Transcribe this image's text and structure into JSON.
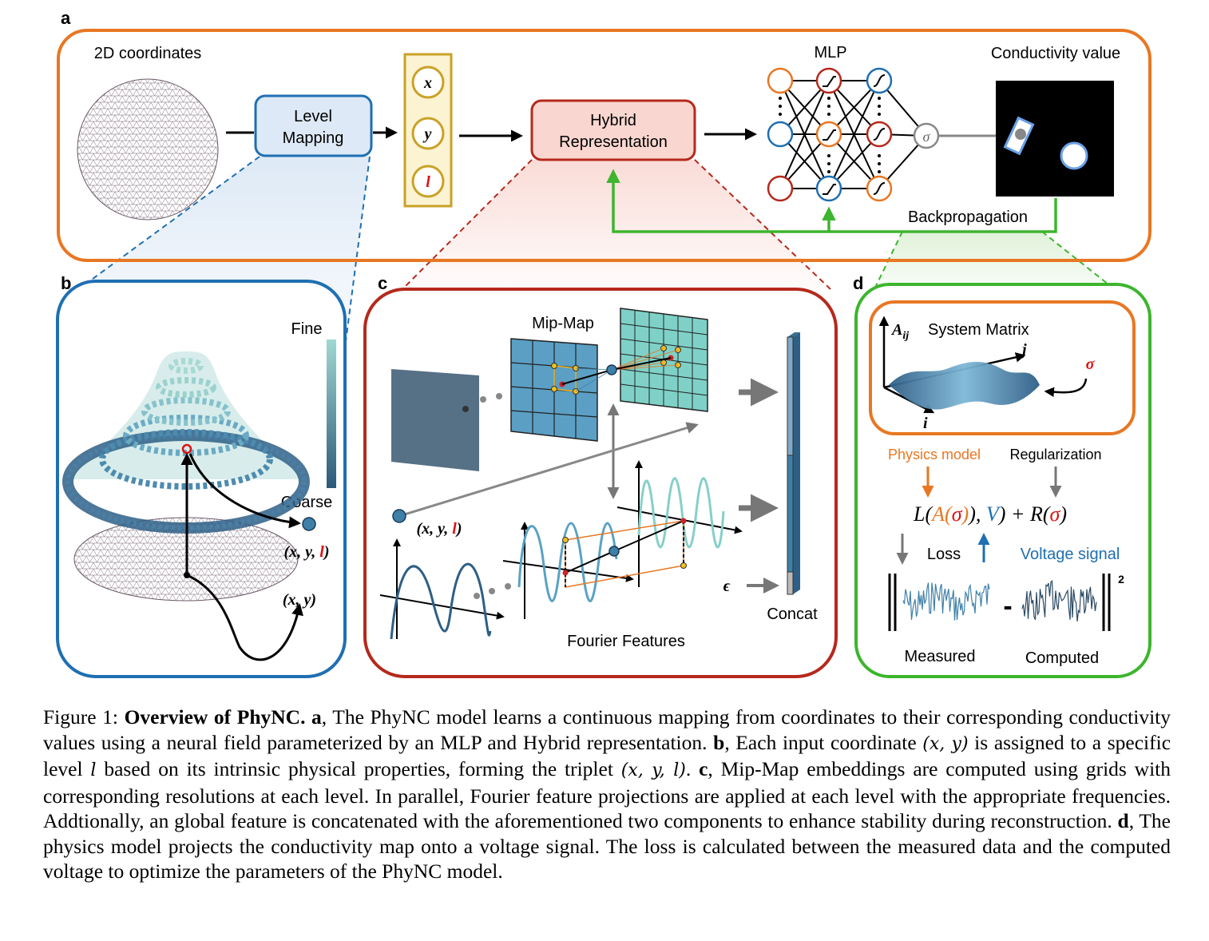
{
  "panels": {
    "a": {
      "label": "a",
      "coords_title": "2D coordinates",
      "level_mapping": [
        "Level",
        "Mapping"
      ],
      "triplet": [
        "x",
        "y",
        "l"
      ],
      "hybrid": [
        "Hybrid",
        "Representation"
      ],
      "mlp_title": "MLP",
      "sigma": "σ",
      "conductivity_title": "Conductivity value",
      "backprop": "Backpropagation"
    },
    "b": {
      "label": "b",
      "fine": "Fine",
      "coarse": "Coarse",
      "xyl": "(x, y, l)",
      "xy": "(x, y)"
    },
    "c": {
      "label": "c",
      "mipmap": "Mip-Map",
      "xyl": "(x, y, l)",
      "epsilon": "ϵ",
      "concat": "Concat",
      "fourier": "Fourier Features"
    },
    "d": {
      "label": "d",
      "aij": "A",
      "aij_sub": "ij",
      "system_matrix": "System Matrix",
      "j": "j",
      "i": "i",
      "sigma": "σ",
      "physics_model": "Physics model",
      "regularization": "Regularization",
      "loss_eq": {
        "L_open": "L(",
        "A": "A",
        "paren": "(",
        "sigma1": "σ",
        "close_comma": "), ",
        "V": "V",
        "close_plus": ")  +  R(",
        "sigma2": "σ",
        "close": ")"
      },
      "loss": "Loss",
      "voltage_signal": "Voltage signal",
      "measured": "Measured",
      "computed": "Computed",
      "minus": "-",
      "sq": "2"
    }
  },
  "caption": {
    "fig_label": "Figure 1:",
    "title": "Overview of PhyNC.",
    "a_label": "a",
    "a_text": ", The PhyNC model learns a continuous mapping from coordinates to their corresponding conductivity values using a neural field parameterized by an MLP and Hybrid representation. ",
    "b_label": "b",
    "b_text_1": ", Each input coordinate ",
    "b_math_1": "(x, y)",
    "b_text_2": " is assigned to a specific level ",
    "b_math_2": "l",
    "b_text_3": " based on its intrinsic physical properties, forming the triplet ",
    "b_math_3": "(x, y, l)",
    "b_text_4": ". ",
    "c_label": "c",
    "c_text": ", Mip-Map embeddings are computed using grids with corresponding resolutions at each level. In parallel, Fourier feature projections are applied at each level with the appropriate frequencies. Addtionally, an global feature is concatenated with the aforementioned two components to enhance stability during reconstruction. ",
    "d_label": "d",
    "d_text": ", The physics model projects the conductivity map onto a voltage signal. The loss is calculated between the measured data and the computed voltage to optimize the parameters of the PhyNC model."
  },
  "colors": {
    "orange": "#E87722",
    "blue": "#1F6FB2",
    "red": "#B5291C",
    "green": "#3DB52E",
    "gold": "#C9A227",
    "teal": "#7FC6C3",
    "steel": "#3E7FA8"
  }
}
